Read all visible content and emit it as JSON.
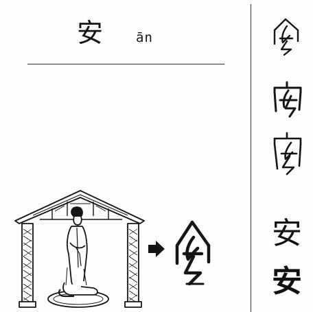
{
  "title": {
    "character": "安",
    "pinyin": "ān"
  },
  "script_forms": {
    "modern_character_1": "安",
    "modern_character_2": "安"
  },
  "colors": {
    "ink": "#151515",
    "paper": "#fdfdfc"
  }
}
